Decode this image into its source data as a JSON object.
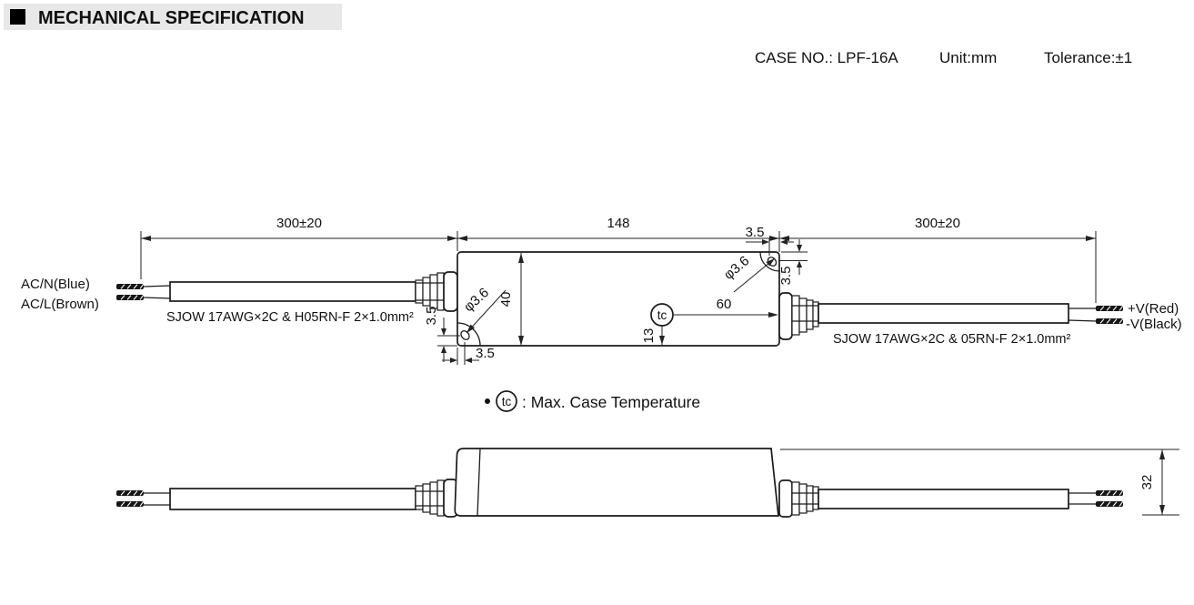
{
  "header": {
    "title": "MECHANICAL SPECIFICATION"
  },
  "meta": {
    "case_no": "CASE NO.: LPF-16A",
    "unit": "Unit:mm",
    "tolerance": "Tolerance:±1"
  },
  "top_view": {
    "dim_cable_left": "300±20",
    "dim_case_length": "148",
    "dim_cable_right": "300±20",
    "dim_case_width": "40",
    "dim_hole_offset": "3.5",
    "dim_hole_diameter": "φ3.6",
    "dim_tc_from_edge": "60",
    "dim_tc_from_bottom": "13",
    "tc_label": "tc",
    "input_wire_neutral": "AC/N(Blue)",
    "input_wire_line": "AC/L(Brown)",
    "input_cable_spec": "SJOW 17AWG×2C & H05RN-F 2×1.0mm²",
    "output_cable_spec": "SJOW 17AWG×2C & 05RN-F 2×1.0mm²",
    "output_wire_positive": "+V(Red)",
    "output_wire_negative": "-V(Black)"
  },
  "note": {
    "tc_label": "tc",
    "text": ": Max. Case Temperature"
  },
  "side_view": {
    "dim_case_height": "32"
  },
  "colors": {
    "ink": "#1a1a1a",
    "header_band": "#e8e8e8"
  }
}
